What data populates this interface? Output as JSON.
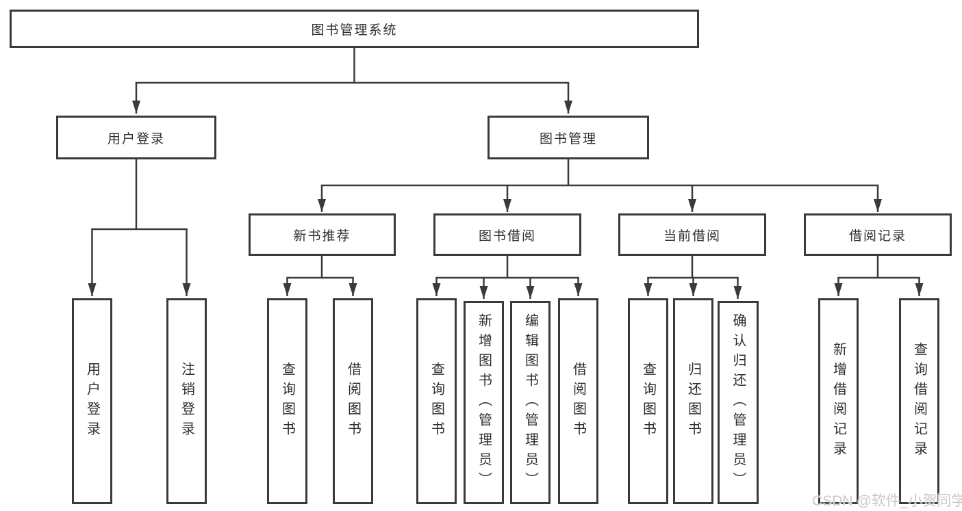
{
  "nodes": {
    "root": "图书管理系统",
    "user_login": "用户登录",
    "book_mgmt": "图书管理",
    "new_book_rec": "新书推荐",
    "book_borrow": "图书借阅",
    "current_borrow": "当前借阅",
    "borrow_records": "借阅记录",
    "leaf_user_login": "用户登录",
    "leaf_logout": "注销登录",
    "leaf_rec_query_books": "查询图书",
    "leaf_rec_borrow_books": "借阅图书",
    "leaf_bb_query_books": "查询图书",
    "leaf_bb_add_book": "新增图书（管理员）",
    "leaf_bb_edit_book": "编辑图书（管理员）",
    "leaf_bb_borrow_books": "借阅图书",
    "leaf_cb_query_books": "查询图书",
    "leaf_cb_return_book": "归还图书",
    "leaf_cb_confirm_return": "确认归还（管理员）",
    "leaf_br_add_record": "新增借阅记录",
    "leaf_br_query_record": "查询借阅记录"
  },
  "watermark": "CSDN @软件_小贺同学",
  "colors": {
    "line": "#3a3a3a",
    "text": "#2e2e2e",
    "background": "#ffffff",
    "watermark": "#c9c9c9"
  }
}
